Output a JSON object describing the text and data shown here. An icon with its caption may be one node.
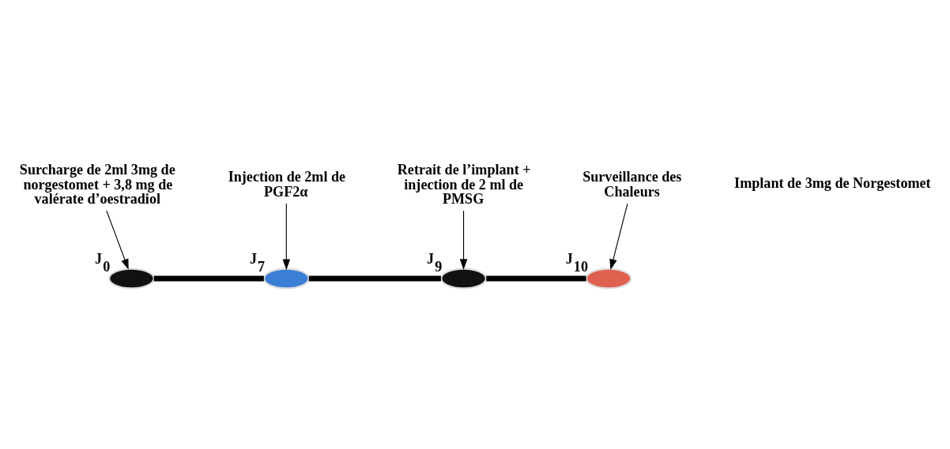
{
  "diagram": {
    "nodes": [
      {
        "text": [
          "Surcharge de 2ml 3mg de norgestomet + 3,8 mg de valérate d’oestradiol"
        ]
      },
      {
        "text": [
          "Injection de 2ml de PGF2α"
        ]
      },
      {
        "text": [
          "Retrait de l’implant + injection de 2 ml de PMSG"
        ]
      },
      {
        "text": [
          "Surveillance des Chaleurs"
        ]
      },
      {
        "text": [],
        "shape": "ellipse",
        "beside": [
          "J$_{0}$"
        ]
      },
      {
        "text": [],
        "shape": "ellipse",
        "beside": [
          "J$_{7}$"
        ]
      },
      {
        "text": [],
        "shape": "ellipse",
        "beside": [
          "J$_{9}$"
        ]
      },
      {
        "text": [],
        "shape": "ellipse",
        "beside": [
          "J$_{10}$"
        ]
      }
    ],
    "edges": [
      {
        "from": 0,
        "to": 4,
        "arrow": "to"
      },
      {
        "from": 1,
        "to": 5,
        "arrow": "to"
      },
      {
        "from": 2,
        "to": 6,
        "arrow": "to"
      },
      {
        "from": 3,
        "to": 7,
        "arrow": "to"
      },
      {
        "from": 4,
        "to": 5,
        "arrow": "none",
        "style": "thick"
      },
      {
        "from": 5,
        "to": 6,
        "arrow": "none",
        "style": "thick"
      },
      {
        "from": 6,
        "to": 7,
        "arrow": "none",
        "style": "thick"
      }
    ],
    "labels": [
      "Implant de 3mg de Norgestomet"
    ]
  }
}
